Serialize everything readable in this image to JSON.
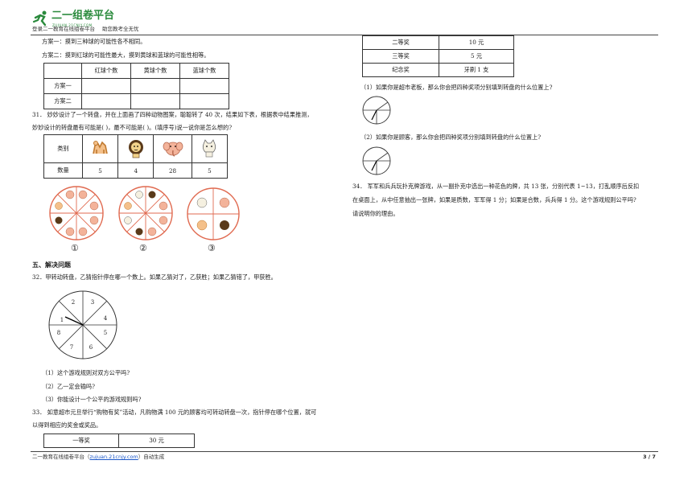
{
  "header": {
    "logo_text": "二一组卷平台",
    "logo_sub": "ZUJUAN.21CNJY.COM",
    "left_text": "登录二一教育在线组卷平台",
    "right_text": "助您教考全无忧"
  },
  "left": {
    "plan1": "方案一：摸到三种球的可能性各不相同。",
    "plan2": "方案二：摸到红球的可能性最大，摸到黄球和蓝球的可能性相等。",
    "ball_table": {
      "headers": [
        "",
        "红球个数",
        "黄球个数",
        "蓝球个数"
      ],
      "rows": [
        [
          "方案一",
          "",
          "",
          ""
        ],
        [
          "方案二",
          "",
          "",
          ""
        ]
      ]
    },
    "q31_line1": "31．  妙妙设计了一个转盘，并在上面画了四种动物图案，聪聪转了 40 次，结果如下表，根据表中结果推测，",
    "q31_line2": "妙妙设计的转盘最有可能是(        )，最不可能是(        )。(填序号)说一说你是怎么想的?",
    "animal_table": {
      "row1_label": "类别",
      "row2_label": "数量",
      "animals": [
        "camel",
        "lion",
        "elephant",
        "cat"
      ],
      "counts": [
        "5",
        "4",
        "28",
        "5"
      ]
    },
    "wheel_labels": [
      "①",
      "②",
      "③"
    ],
    "section5": "五、解决问题",
    "q32": "32．甲转动转盘，乙猜指针停在哪一个数上。如果乙猜对了，乙获胜；如果乙猜错了，甲获胜。",
    "spinner_numbers": [
      "1",
      "2",
      "3",
      "4",
      "5",
      "6",
      "7",
      "8"
    ],
    "q32_sub": [
      "（1）这个游戏规则对双方公平吗?",
      "（2）乙一定会输吗?",
      "（3）你能设计一个公平的游戏规则吗?"
    ],
    "q33_line1": "33．  如意超市元旦举行“购物有奖”活动，凡购物满 100 元的顾客均可转动转盘一次，指针停在哪个位置，就可",
    "q33_line2": "以得到相应的奖金或奖品。",
    "prize_first": [
      "一等奖",
      "30 元"
    ]
  },
  "right": {
    "prize_rows": [
      [
        "二等奖",
        "10 元"
      ],
      [
        "三等奖",
        "5 元"
      ],
      [
        "纪念奖",
        "牙刷 1 支"
      ]
    ],
    "q33_sub1": "（1）如果你是超市老板，那么你会把四种奖项分别填到转盘的什么位置上?",
    "q33_sub2": "（2）如果你是顾客，那么你会把四种奖项分别填到转盘的什么位置上?",
    "q34_line1": "34．  军军和兵兵玩扑克牌游戏，从一副扑克中选出一种花色的牌，共 13 张，分别代表 1~13，打乱顺序后反扣",
    "q34_line2": "在桌面上，从中任意抽出一张牌，如果是质数，军军得 1 分；如果是合数，兵兵得 1 分。这个游戏规则公平吗?",
    "q34_line3": "请说明你的理由。"
  },
  "footer": {
    "prefix": "二一教育在线组卷平台（",
    "link": "zujuan.21cnjy.com",
    "suffix": "）自动生成",
    "page": "3 / 7"
  }
}
